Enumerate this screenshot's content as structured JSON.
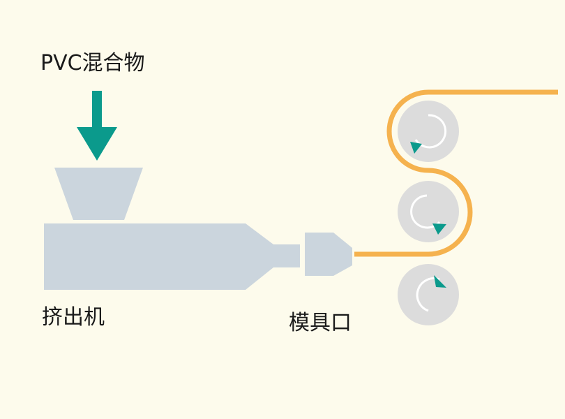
{
  "labels": {
    "input_material": "PVC混合物",
    "extruder": "挤出机",
    "die": "模具口"
  },
  "colors": {
    "background": "#fdfbec",
    "machine": "#cbd5dd",
    "arrow": "#0b9a8c",
    "film": "#f5b24e",
    "roller": "#dcdcdc",
    "roller_arc": "#ffffff",
    "roller_arrow": "#0b9a8c"
  },
  "icons": {
    "feed_arrow": "down-arrow-icon",
    "rotation_indicator": "rotation-arrow-icon"
  }
}
